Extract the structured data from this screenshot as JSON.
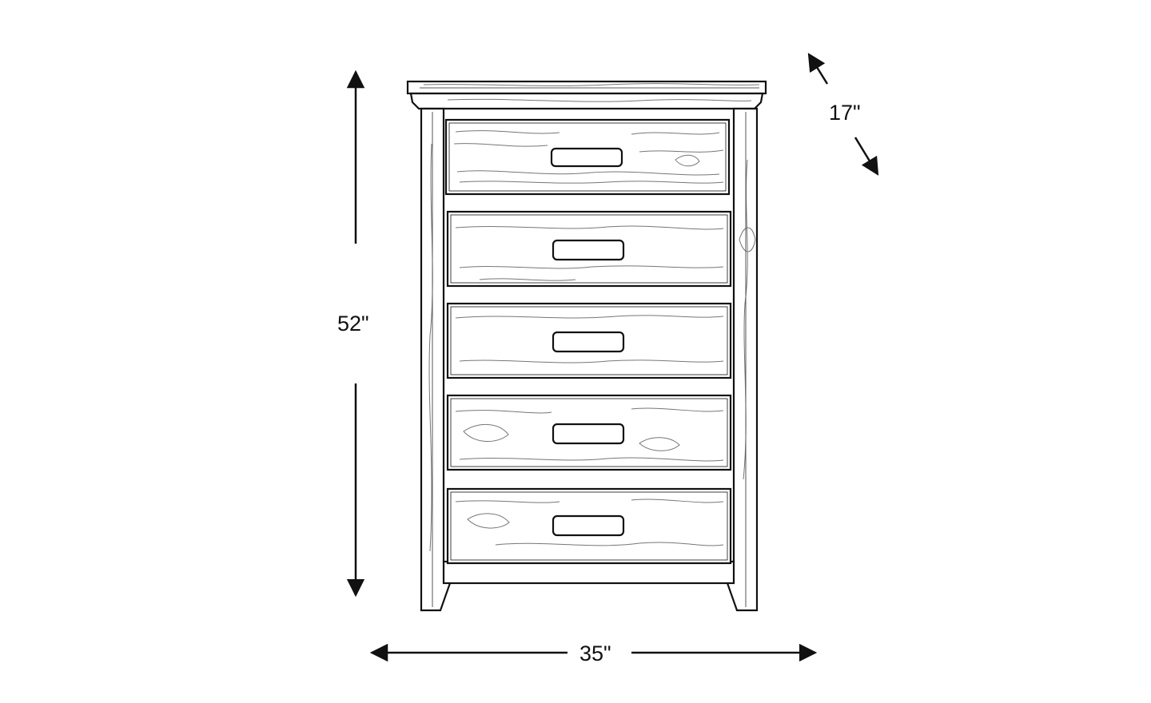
{
  "dimensions": {
    "height": "52\"",
    "width": "35\"",
    "depth": "17\""
  },
  "colors": {
    "line": "#111111",
    "grain": "#555555",
    "background": "#ffffff"
  },
  "item": {
    "drawer_count": 5
  }
}
